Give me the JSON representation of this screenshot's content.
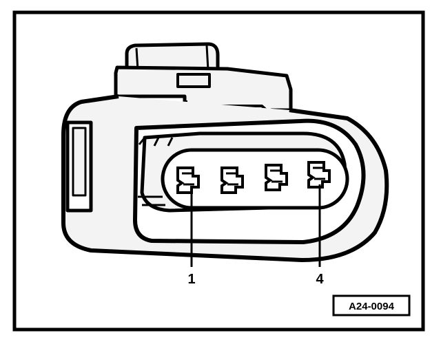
{
  "diagram": {
    "pin_labels": [
      {
        "label": "1",
        "pin": 1
      },
      {
        "label": "4",
        "pin": 4
      }
    ],
    "figure_id": "A24-0094",
    "colors": {
      "background": "#ffffff",
      "ink": "#000000",
      "fill_shade": "#f3f3f3"
    }
  }
}
